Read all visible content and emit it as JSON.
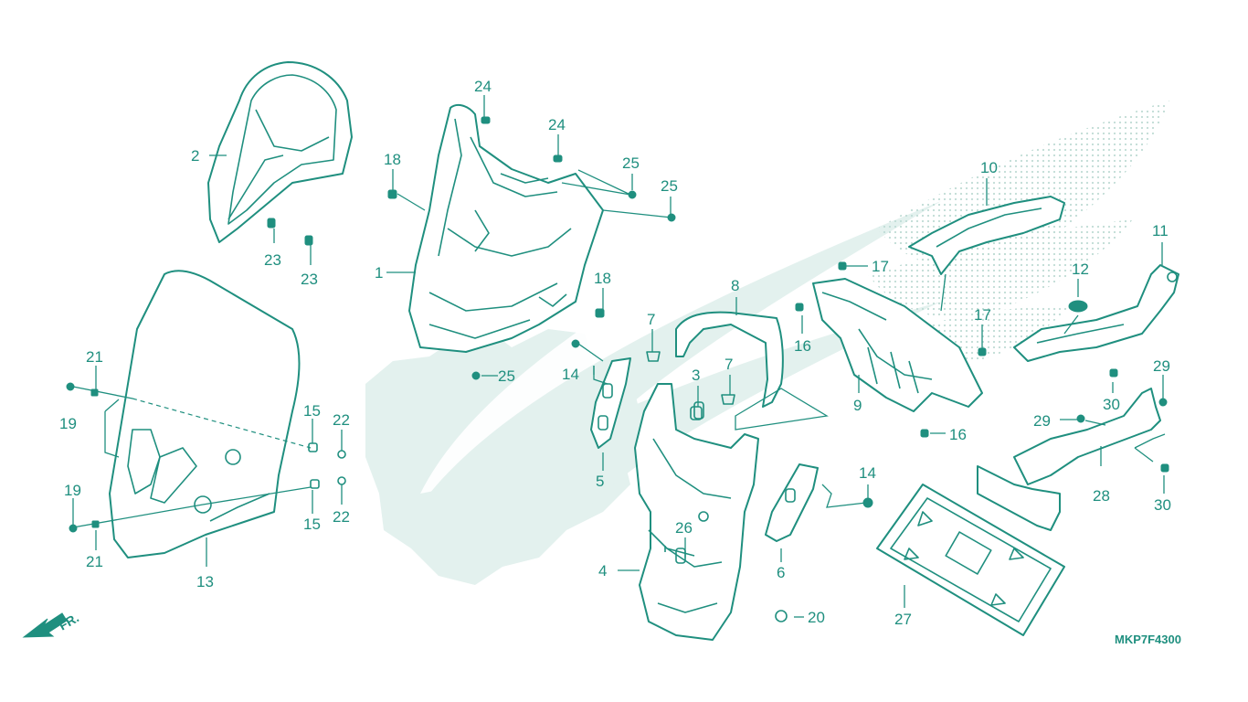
{
  "diagram": {
    "code": "MKP7F4300",
    "direction": "FR.",
    "colors": {
      "line": "#1f8f7f",
      "watermark": "#e3f1ee",
      "background": "#ffffff"
    },
    "callouts": {
      "c1": "1",
      "c2": "2",
      "c3": "3",
      "c4": "4",
      "c5": "5",
      "c6": "6",
      "c7a": "7",
      "c7b": "7",
      "c8": "8",
      "c9": "9",
      "c10": "10",
      "c11": "11",
      "c12": "12",
      "c13": "13",
      "c14a": "14",
      "c14b": "14",
      "c15a": "15",
      "c15b": "15",
      "c16a": "16",
      "c16b": "16",
      "c17a": "17",
      "c17b": "17",
      "c18a": "18",
      "c18b": "18",
      "c19a": "19",
      "c19b": "19",
      "c20": "20",
      "c21a": "21",
      "c21b": "21",
      "c22a": "22",
      "c22b": "22",
      "c23a": "23",
      "c23b": "23",
      "c24a": "24",
      "c24b": "24",
      "c25a": "25",
      "c25b": "25",
      "c25c": "25",
      "c26": "26",
      "c27": "27",
      "c28": "28",
      "c29a": "29",
      "c29b": "29",
      "c30a": "30",
      "c30b": "30"
    }
  }
}
